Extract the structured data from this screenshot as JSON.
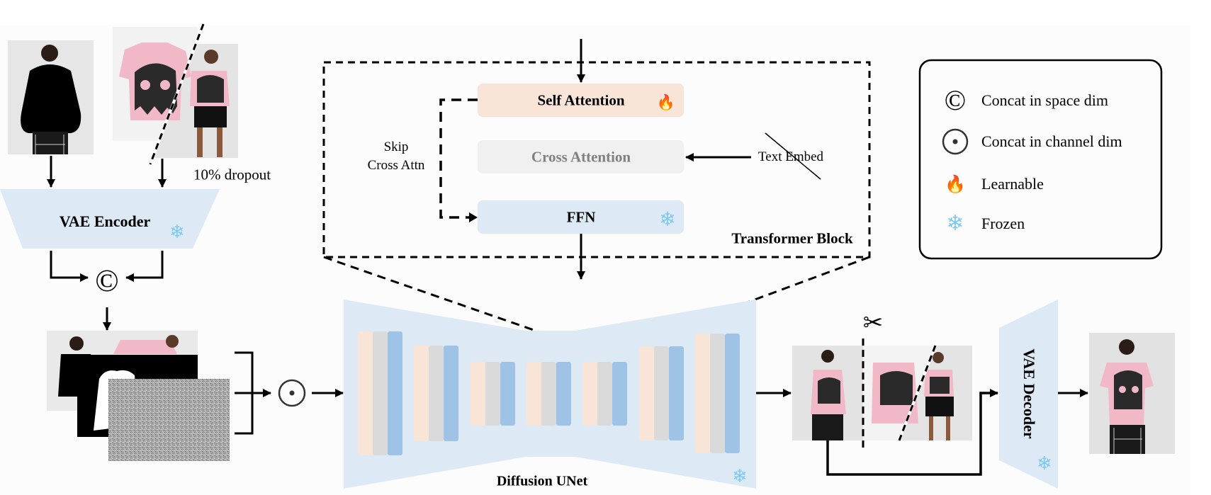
{
  "figure": {
    "colors": {
      "learnable": "#f9e4d8",
      "neutral": "#dadada",
      "frozen": "#9fc3e6",
      "module_fill": "#dde9f5",
      "cross_attn_fill": "#f0f0f0",
      "cross_attn_text": "#808080",
      "line": "#000000"
    }
  },
  "inputs": {
    "person_image": "person-image (agnostic, masked)",
    "garment_image": "garment + reference person image",
    "dropout_label": "10% dropout"
  },
  "vae_encoder": {
    "label": "VAE Encoder",
    "state": "frozen"
  },
  "concat_space_symbol": "©",
  "latent_stack": {
    "items": [
      "concatenated latent image",
      "mask",
      "noise"
    ]
  },
  "concat_channel_symbol": "⊙",
  "transformer_block": {
    "title": "Transformer Block",
    "self_attention": {
      "label": "Self Attention",
      "state": "learnable"
    },
    "cross_attention": {
      "label": "Cross Attention",
      "state": "disabled"
    },
    "ffn": {
      "label": "FFN",
      "state": "frozen"
    },
    "skip_label_line1": "Skip",
    "skip_label_line2": "Cross Attn",
    "text_embed_label": "Text Embed"
  },
  "unet": {
    "label": "Diffusion UNet",
    "state": "frozen",
    "block_count": 7
  },
  "output_split": {
    "symbol": "✂"
  },
  "vae_decoder": {
    "label": "VAE Decoder",
    "state": "frozen"
  },
  "result_image": "try-on result",
  "legend": {
    "items": [
      {
        "icon": "©",
        "name": "concat-space-icon",
        "label": "Concat in space dim"
      },
      {
        "icon": "⊙",
        "name": "concat-channel-icon",
        "label": "Concat in channel dim"
      },
      {
        "icon": "🔥",
        "name": "fire-icon",
        "label": "Learnable"
      },
      {
        "icon": "❄",
        "name": "snowflake-icon",
        "label": "Frozen"
      }
    ]
  }
}
